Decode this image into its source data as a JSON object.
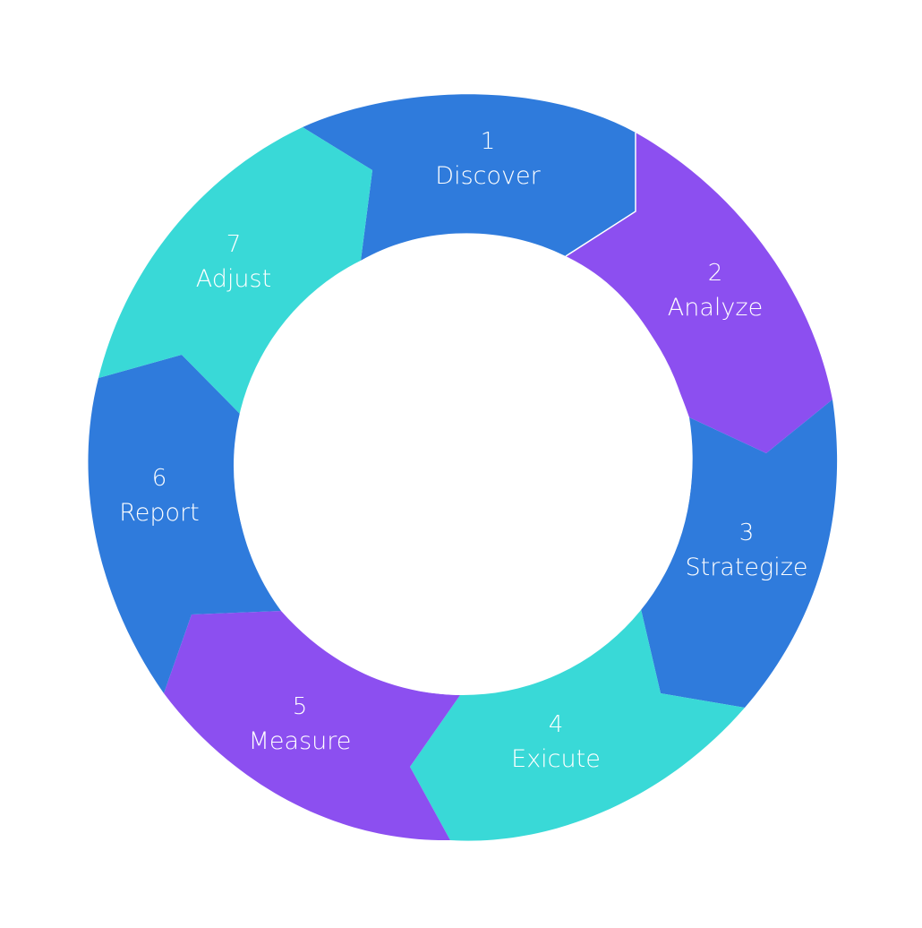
{
  "colors": {
    "blue": "#2f7bdc",
    "purple": "#8c4ff0",
    "teal": "#39d9d7",
    "background": "#ffffff",
    "text": "#ffffff"
  },
  "steps": [
    {
      "number": "1",
      "label": "Discover",
      "color": "blue"
    },
    {
      "number": "2",
      "label": "Analyze",
      "color": "purple"
    },
    {
      "number": "3",
      "label": "Strategize",
      "color": "blue"
    },
    {
      "number": "4",
      "label": "Exicute",
      "color": "teal"
    },
    {
      "number": "5",
      "label": "Measure",
      "color": "purple"
    },
    {
      "number": "6",
      "label": "Report",
      "color": "blue"
    },
    {
      "number": "7",
      "label": "Adjust",
      "color": "teal"
    }
  ]
}
